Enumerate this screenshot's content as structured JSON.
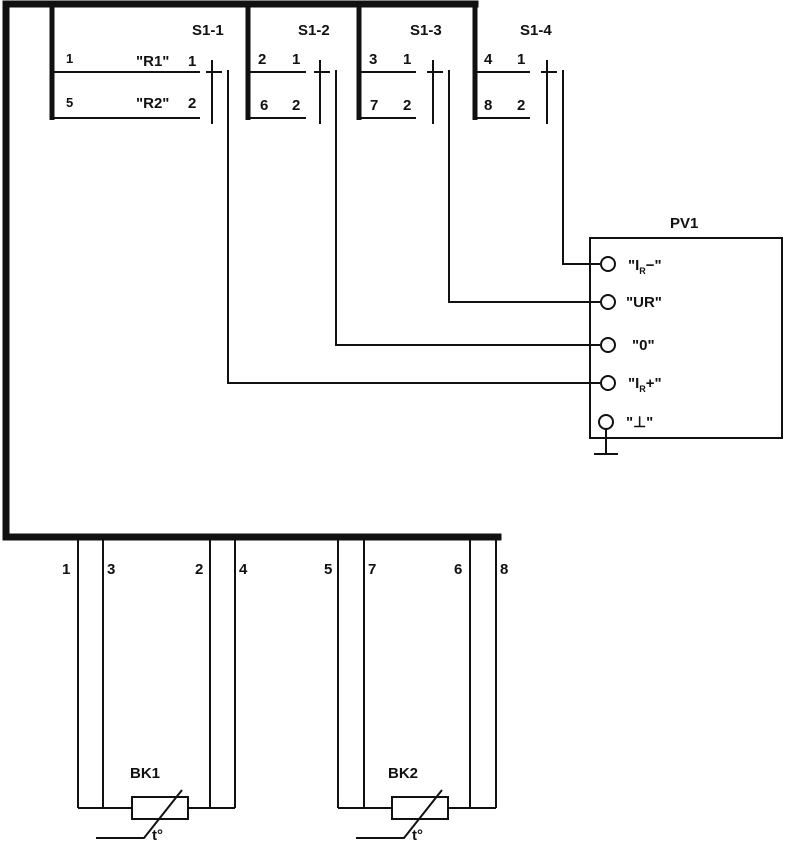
{
  "switches": [
    {
      "name": "S1-1",
      "top_left": "1",
      "top_label": "\"R1\"",
      "top_right": "1",
      "bot_left": "5",
      "bot_label": "\"R2\"",
      "bot_right": "2"
    },
    {
      "name": "S1-2",
      "top_left": "2",
      "top_right": "1",
      "bot_left": "6",
      "bot_right": "2"
    },
    {
      "name": "S1-3",
      "top_left": "3",
      "top_right": "1",
      "bot_left": "7",
      "bot_right": "2"
    },
    {
      "name": "S1-4",
      "top_left": "4",
      "top_right": "1",
      "bot_left": "8",
      "bot_right": "2"
    }
  ],
  "meter": {
    "name": "PV1",
    "terminals": [
      "\"I",
      "\"UR\"",
      "\"0\"",
      "\"I",
      "\"⊥\""
    ],
    "terminal_subs": [
      "R",
      "",
      "",
      "R",
      ""
    ],
    "terminal_suffix": [
      "−\"",
      "",
      "",
      "+\"",
      ""
    ]
  },
  "wire_numbers": [
    "1",
    "3",
    "2",
    "4",
    "5",
    "7",
    "6",
    "8"
  ],
  "sensors": [
    {
      "name": "BK1",
      "temp": "t°"
    },
    {
      "name": "BK2",
      "temp": "t°"
    }
  ]
}
